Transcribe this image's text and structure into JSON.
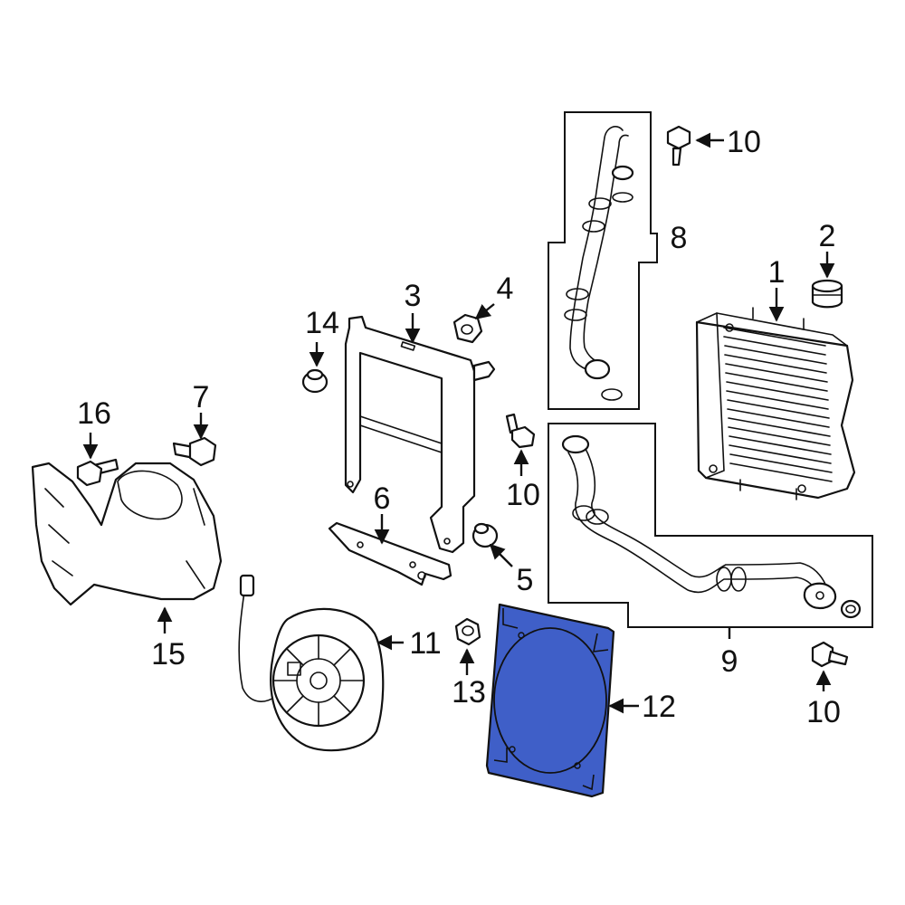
{
  "colors": {
    "highlight": "#3f5fc8",
    "line": "#111111",
    "background": "#ffffff"
  },
  "highlighted_part": "12",
  "callouts": {
    "c1": "1",
    "c2": "2",
    "c3": "3",
    "c4": "4",
    "c5": "5",
    "c6": "6",
    "c7": "7",
    "c8": "8",
    "c9": "9",
    "c10a": "10",
    "c10b": "10",
    "c10c": "10",
    "c11": "11",
    "c12": "12",
    "c13": "13",
    "c14": "14",
    "c15": "15",
    "c16": "16"
  }
}
